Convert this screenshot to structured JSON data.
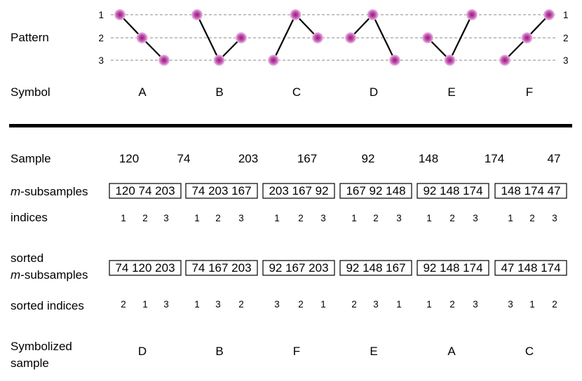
{
  "labels": {
    "pattern": "Pattern",
    "symbol": "Symbol",
    "sample": "Sample",
    "m_italic": "m",
    "subsamples_suffix": "-subsamples",
    "indices": "indices",
    "sorted": "sorted",
    "sorted_indices": "sorted indices",
    "symbolized_line1": "Symbolized",
    "symbolized_line2": "sample"
  },
  "levels": [
    "1",
    "2",
    "3"
  ],
  "patterns": [
    {
      "symbol": "A",
      "ranks": [
        1,
        2,
        3
      ]
    },
    {
      "symbol": "B",
      "ranks": [
        1,
        3,
        2
      ]
    },
    {
      "symbol": "C",
      "ranks": [
        3,
        1,
        2
      ]
    },
    {
      "symbol": "D",
      "ranks": [
        2,
        1,
        3
      ]
    },
    {
      "symbol": "E",
      "ranks": [
        2,
        3,
        1
      ]
    },
    {
      "symbol": "F",
      "ranks": [
        3,
        2,
        1
      ]
    }
  ],
  "sample_values": [
    "120",
    "74",
    "203",
    "167",
    "92",
    "148",
    "174",
    "47"
  ],
  "subsamples": [
    "120 74 203",
    "74 203 167",
    "203 167 92",
    "167 92 148",
    "92 148 174",
    "148 174 47"
  ],
  "indices": [
    [
      "1",
      "2",
      "3"
    ],
    [
      "1",
      "2",
      "3"
    ],
    [
      "1",
      "2",
      "3"
    ],
    [
      "1",
      "2",
      "3"
    ],
    [
      "1",
      "2",
      "3"
    ],
    [
      "1",
      "2",
      "3"
    ]
  ],
  "sorted_subsamples": [
    "74 120 203",
    "74 167 203",
    "92 167 203",
    "92 148 167",
    "92 148 174",
    "47 148 174"
  ],
  "sorted_indices": [
    [
      "2",
      "1",
      "3"
    ],
    [
      "1",
      "3",
      "2"
    ],
    [
      "3",
      "2",
      "1"
    ],
    [
      "2",
      "3",
      "1"
    ],
    [
      "1",
      "2",
      "3"
    ],
    [
      "3",
      "1",
      "2"
    ]
  ],
  "symbolized": [
    "D",
    "B",
    "F",
    "E",
    "A",
    "C"
  ],
  "colors": {
    "dot_center": "#a0208c",
    "dot_edge": "#e8b4e0",
    "divider": "#000000",
    "guide": "#8a8a8a"
  }
}
